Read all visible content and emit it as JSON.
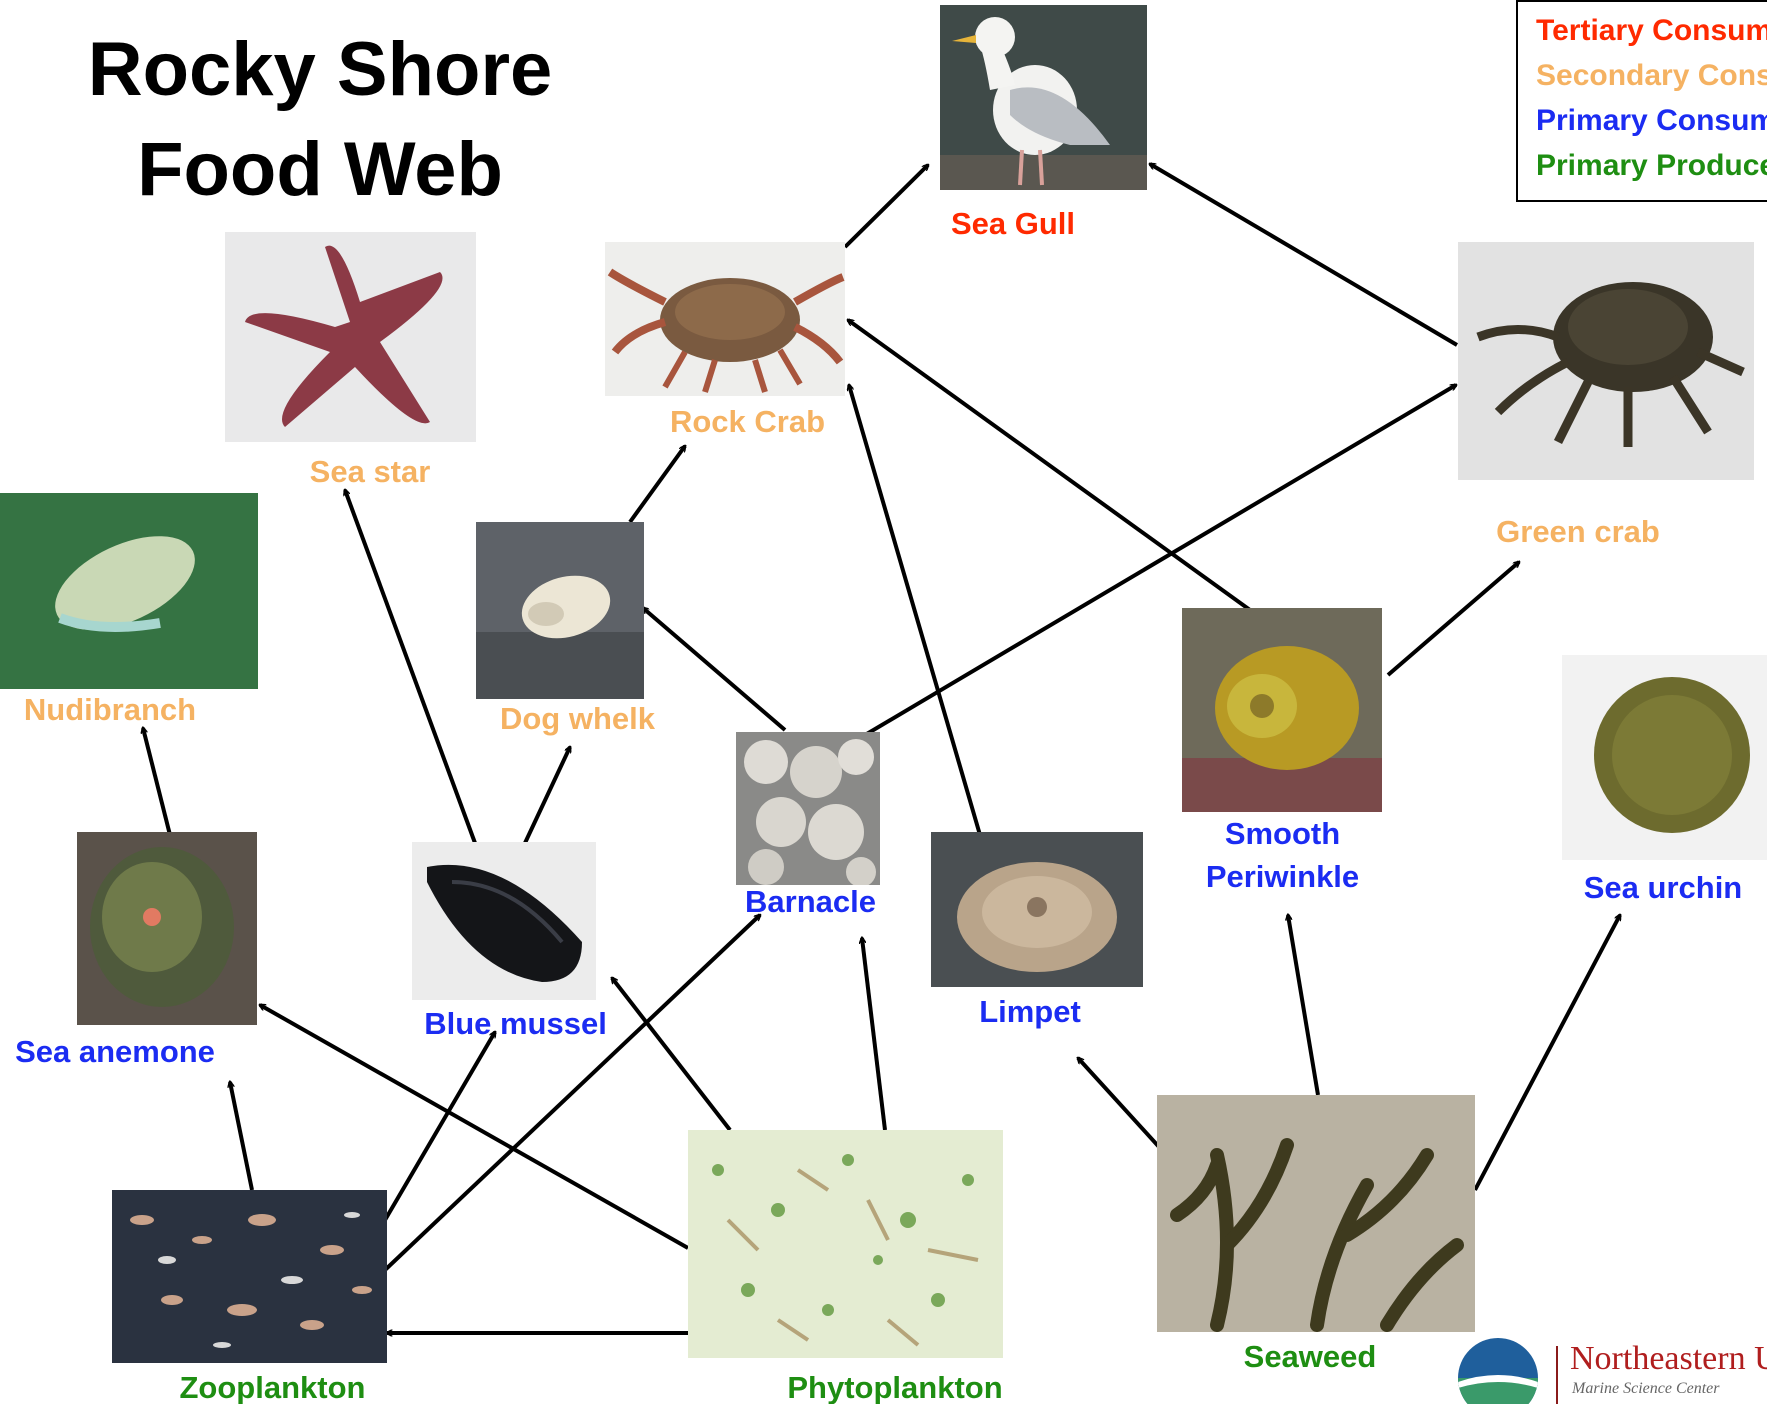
{
  "title": {
    "line1": "Rocky Shore",
    "line2": "Food Web"
  },
  "legend": {
    "tertiary": "Tertiary Consumers",
    "secondary": "Secondary Consumers",
    "primary_consumers": "Primary Consumers",
    "primary_producers": "Primary Producers"
  },
  "colors": {
    "tertiary": "#ff2a00",
    "secondary": "#f5b262",
    "primary_consumers": "#1b2cf2",
    "primary_producers": "#1e8e12"
  },
  "organisms": {
    "sea_gull": "Sea Gull",
    "rock_crab": "Rock Crab",
    "green_crab": "Green crab",
    "sea_star": "Sea star",
    "nudibranch": "Nudibranch",
    "dog_whelk": "Dog whelk",
    "smooth_periwinkle_1": "Smooth",
    "smooth_periwinkle_2": "Periwinkle",
    "sea_urchin": "Sea urchin",
    "barnacle": "Barnacle",
    "limpet": "Limpet",
    "sea_anemone": "Sea anemone",
    "blue_mussel": "Blue mussel",
    "zooplankton": "Zooplankton",
    "phytoplankton": "Phytoplankton",
    "seaweed": "Seaweed"
  },
  "logo": {
    "name": "Northeastern U",
    "subtitle": "Marine Science Center"
  },
  "connections": [
    {
      "from": "rock_crab",
      "to": "sea_gull"
    },
    {
      "from": "green_crab",
      "to": "sea_gull"
    },
    {
      "from": "dog_whelk",
      "to": "rock_crab"
    },
    {
      "from": "smooth_periwinkle",
      "to": "rock_crab"
    },
    {
      "from": "limpet",
      "to": "rock_crab"
    },
    {
      "from": "barnacle",
      "to": "green_crab"
    },
    {
      "from": "smooth_periwinkle",
      "to": "green_crab"
    },
    {
      "from": "blue_mussel",
      "to": "sea_star"
    },
    {
      "from": "blue_mussel",
      "to": "dog_whelk"
    },
    {
      "from": "barnacle",
      "to": "dog_whelk"
    },
    {
      "from": "sea_anemone",
      "to": "nudibranch"
    },
    {
      "from": "zooplankton",
      "to": "sea_anemone"
    },
    {
      "from": "zooplankton",
      "to": "blue_mussel"
    },
    {
      "from": "zooplankton",
      "to": "barnacle"
    },
    {
      "from": "phytoplankton",
      "to": "sea_anemone"
    },
    {
      "from": "phytoplankton",
      "to": "blue_mussel"
    },
    {
      "from": "phytoplankton",
      "to": "barnacle"
    },
    {
      "from": "phytoplankton",
      "to": "zooplankton"
    },
    {
      "from": "seaweed",
      "to": "limpet"
    },
    {
      "from": "seaweed",
      "to": "smooth_periwinkle"
    },
    {
      "from": "seaweed",
      "to": "sea_urchin"
    }
  ]
}
